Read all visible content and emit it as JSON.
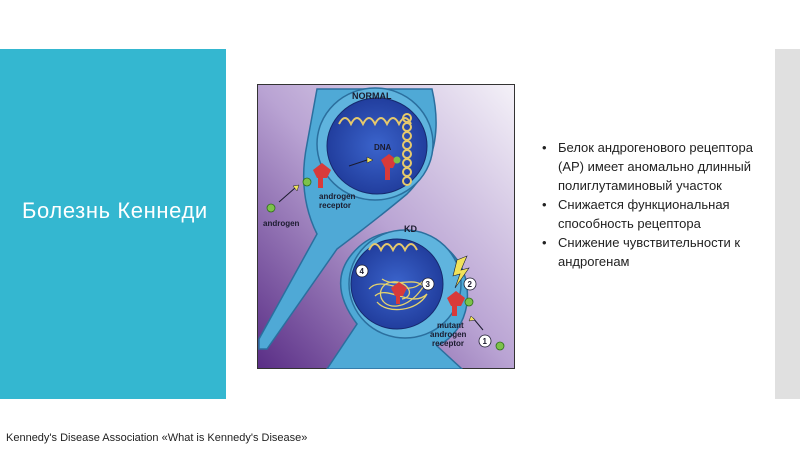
{
  "slide": {
    "title": "Болезнь Кеннеди",
    "bullets": [
      "Белок андрогенового рецептора (АР) имеет аномально длинный полиглутаминовый участок",
      "Снижается функциональная способность рецептора",
      "Снижение чувствительности к андрогенам"
    ],
    "citation": "Kennedy's Disease Association «What is Kennedy's Disease»",
    "colors": {
      "accent": "#34b7d0",
      "strip": "#e0e0e0",
      "cell": "#4fa9d6",
      "nucleus": "#2e4fb8",
      "receptor": "#d83a3a",
      "androgen": "#7cc24a"
    }
  },
  "figure": {
    "normal_label": "NORMAL",
    "dna_label": "DNA",
    "androgen_receptor_label": [
      "androgen",
      "receptor"
    ],
    "androgen_label": "androgen",
    "kd_label": "KD",
    "mutant_receptor_label": [
      "mutant",
      "androgen",
      "receptor"
    ],
    "steps": [
      "1",
      "2",
      "3",
      "4"
    ]
  }
}
